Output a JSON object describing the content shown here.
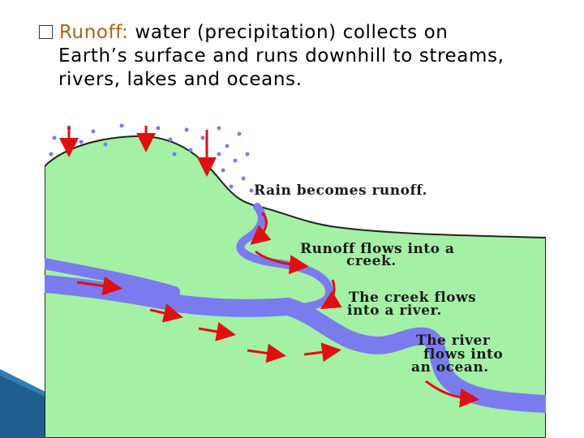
{
  "slide": {
    "bullet_symbol": "□",
    "term": "Runoff:",
    "definition_line1": " water (precipitation) collects on",
    "definition_line2": "Earth’s surface and runs downhill to streams,",
    "definition_line3": "rivers, lakes and oceans."
  },
  "diagram": {
    "label1": "Rain becomes runoff.",
    "label2a": "Runoff flows into a",
    "label2b": "creek.",
    "label3a": "The creek flows",
    "label3b": "into a river.",
    "label4a": "The river",
    "label4b": "flows into",
    "label4c": "an ocean.",
    "colors": {
      "land": "#a4f0a4",
      "water": "#7b7bf0",
      "arrow": "#e01010",
      "rain": "#7b7bf0"
    }
  }
}
